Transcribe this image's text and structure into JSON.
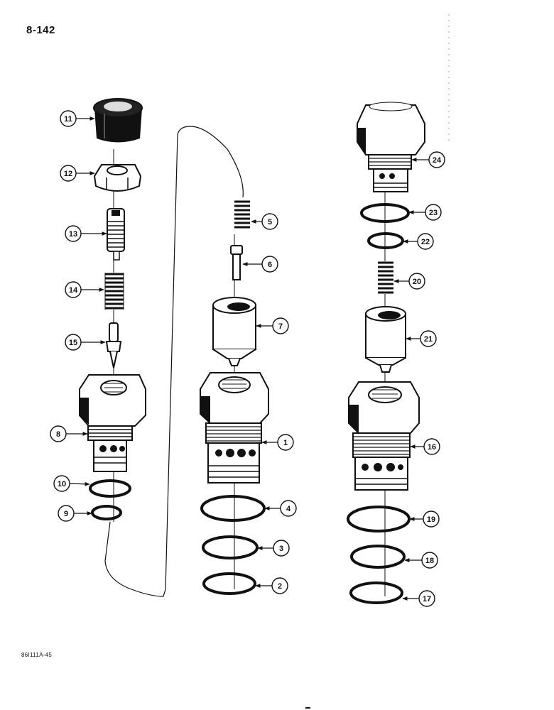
{
  "page": {
    "number": "8-142",
    "figure_code": "86I111A-45"
  },
  "colors": {
    "ink": "#111111",
    "paper": "#ffffff",
    "shade": "#6a6a6a"
  },
  "callouts": {
    "c1": "1",
    "c2": "2",
    "c3": "3",
    "c4": "4",
    "c5": "5",
    "c6": "6",
    "c7": "7",
    "c8": "8",
    "c9": "9",
    "c10": "10",
    "c11": "11",
    "c12": "12",
    "c13": "13",
    "c14": "14",
    "c15": "15",
    "c16": "16",
    "c17": "17",
    "c18": "18",
    "c19": "19",
    "c20": "20",
    "c21": "21",
    "c22": "22",
    "c23": "23",
    "c24": "24"
  }
}
